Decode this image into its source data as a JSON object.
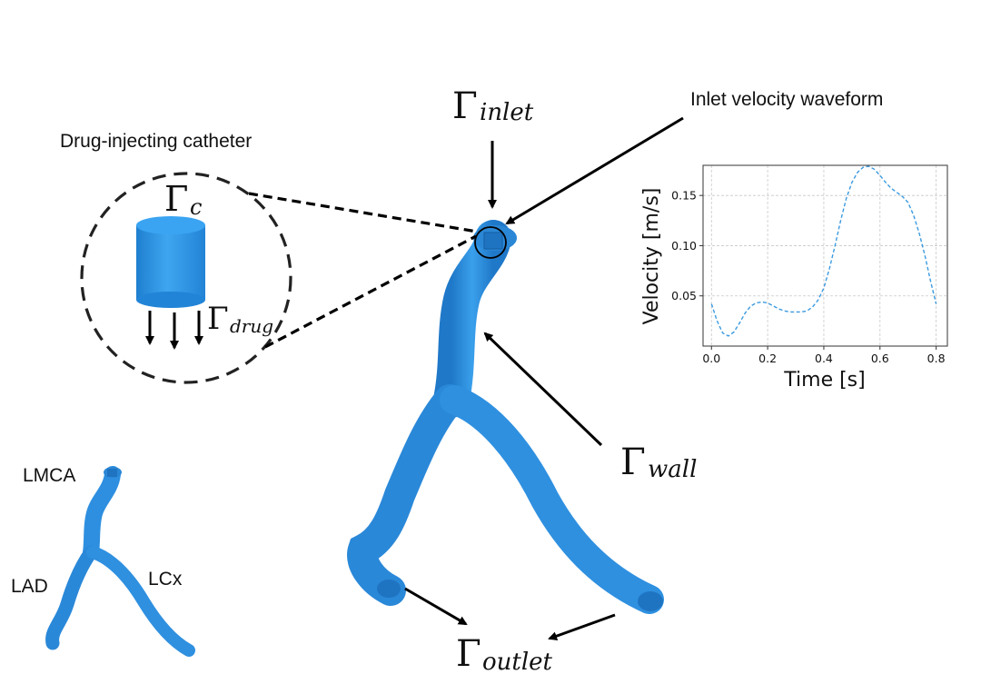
{
  "labels": {
    "catheter_title": "Drug-injecting catheter",
    "waveform_title": "Inlet velocity waveform",
    "lmca": "LMCA",
    "lad": "LAD",
    "lcx": "LCx"
  },
  "boundaries": {
    "gamma": "Γ",
    "inlet": "inlet",
    "wall": "wall",
    "outlet": "outlet",
    "c": "c",
    "drug": "drug"
  },
  "colors": {
    "vessel": "#2e8fe0",
    "vessel_dark": "#1c6fb8",
    "waveform_line": "#3b9ae0"
  },
  "chart_data": {
    "type": "line",
    "xlabel": "Time [s]",
    "ylabel": "Velocity [m/s]",
    "xlim": [
      -0.03,
      0.84
    ],
    "ylim": [
      0.0,
      0.18
    ],
    "xticks": [
      0.0,
      0.2,
      0.4,
      0.6,
      0.8
    ],
    "xtick_labels": [
      "0.0",
      "0.2",
      "0.4",
      "0.6",
      "0.8"
    ],
    "yticks": [
      0.05,
      0.1,
      0.15
    ],
    "ytick_labels": [
      "0.05",
      "0.10",
      "0.15"
    ],
    "grid": true,
    "line_style": "dashed",
    "series": [
      {
        "x": [
          0.0,
          0.02,
          0.04,
          0.06,
          0.08,
          0.1,
          0.12,
          0.14,
          0.16,
          0.18,
          0.2,
          0.22,
          0.24,
          0.26,
          0.28,
          0.3,
          0.32,
          0.34,
          0.36,
          0.38,
          0.4,
          0.42,
          0.44,
          0.46,
          0.48,
          0.5,
          0.52,
          0.54,
          0.56,
          0.58,
          0.6,
          0.62,
          0.64,
          0.66,
          0.68,
          0.7,
          0.72,
          0.74,
          0.76,
          0.78,
          0.8
        ],
        "values": [
          0.042,
          0.025,
          0.013,
          0.01,
          0.014,
          0.023,
          0.033,
          0.04,
          0.043,
          0.044,
          0.043,
          0.04,
          0.037,
          0.035,
          0.034,
          0.034,
          0.034,
          0.035,
          0.039,
          0.046,
          0.058,
          0.077,
          0.1,
          0.125,
          0.147,
          0.163,
          0.173,
          0.178,
          0.179,
          0.176,
          0.17,
          0.163,
          0.157,
          0.153,
          0.149,
          0.143,
          0.13,
          0.112,
          0.09,
          0.065,
          0.042
        ]
      }
    ]
  }
}
